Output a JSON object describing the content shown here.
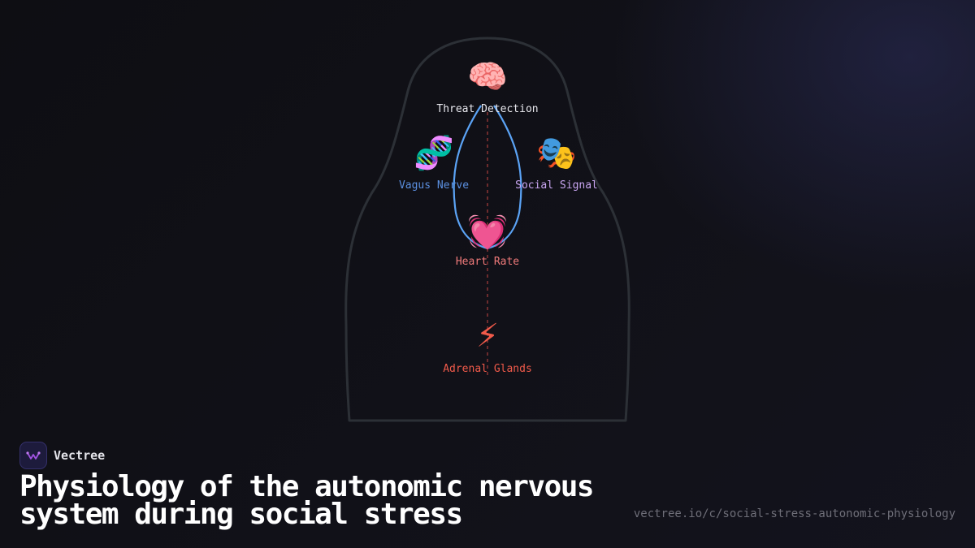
{
  "brand": {
    "name": "Vectree",
    "logo_icon": "vectree-logo-icon",
    "accent": "#a052e0"
  },
  "title": "Physiology of the autonomic nervous system during social stress",
  "url": "vectree.io/c/social-stress-autonomic-physiology",
  "diagram": {
    "outline_color": "#2c3036",
    "nodes": [
      {
        "id": "threat-detection",
        "label": "Threat Detection",
        "emoji": "🧠",
        "icon": "brain-icon",
        "color": "#e8e8ee"
      },
      {
        "id": "vagus-nerve",
        "label": "Vagus Nerve",
        "emoji": "🧬",
        "icon": "dna-icon",
        "color": "#5b8fe0"
      },
      {
        "id": "social-signal",
        "label": "Social Signal",
        "emoji": "🎭",
        "icon": "theater-masks-icon",
        "color": "#c9a6f2"
      },
      {
        "id": "heart-rate",
        "label": "Heart Rate",
        "emoji": "💓",
        "icon": "beating-heart-icon",
        "color": "#f07a7a"
      },
      {
        "id": "adrenal-glands",
        "label": "Adrenal Glands",
        "emoji": "⚡",
        "icon": "lightning-icon",
        "color": "#f05a4a"
      }
    ],
    "links": [
      {
        "from": "threat-detection",
        "to": "adrenal-glands",
        "style": "dashed",
        "color": "#8a3434"
      },
      {
        "from": "threat-detection",
        "to": "heart-rate",
        "style": "loop",
        "color": "#5ba3f5"
      }
    ]
  }
}
